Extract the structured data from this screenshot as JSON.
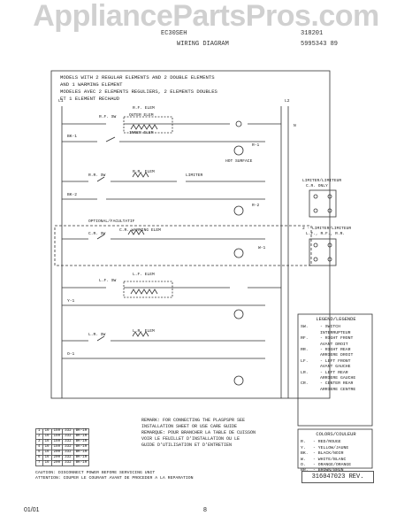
{
  "watermark": "AppliancePartsPros.com",
  "header": {
    "left_code": "EC30SEH",
    "title": "WIRING DIAGRAM",
    "right_top": "318201 ",
    "doc_no": "5995343 89"
  },
  "models_note": [
    "MODELS WITH 2 REGULAR ELEMENTS AND 2 DOUBLE ELEMENTS",
    "AND 1 WARMING ELEMENT",
    "MODELES AVEC 2 ELEMENTS REGULIERS, 2 ELEMENTS DOUBLES",
    "ET 1 ELEMENT RECHAUD"
  ],
  "lines": {
    "l1": "L1",
    "l2": "L2",
    "n": "N"
  },
  "elements": {
    "rf": "R.F. ELEM",
    "rr": "R.R. ELEM",
    "cr": "C.R. WARMING ELEM",
    "lf": "L.F. ELEM",
    "lr": "L.R. ELEM",
    "outer": "OUTER ELEM",
    "inner": "INNER ELEM",
    "rf_sw": "R.F. SW",
    "rr_sw": "R.R. SW",
    "cr_sw": "C.R. SW",
    "lf_sw": "L.F. SW",
    "lr_sw": "L.R. SW",
    "limiter": "LIMITER",
    "hot_surface": "HOT SURFACE",
    "optional": "OPTIONAL/FACULTATIF"
  },
  "wire_colors": [
    "BK-1",
    "BK-2",
    "R-1",
    "R-2",
    "W-1",
    "Y-1",
    "O-1"
  ],
  "limiter_note": {
    "a": "LIMITER/LIMITEUR",
    "b": "C.R. ONLY",
    "c": "2 - LIMITER/LIMITEUR",
    "d": "L.F., R.F., R.R."
  },
  "legend": {
    "title": "LEGEND/LEGENDE",
    "rows": [
      {
        "k": "SW.",
        "v": "- SWITCH"
      },
      {
        "k": "",
        "v": "  INTERRUPTEUR"
      },
      {
        "k": "RF.",
        "v": "- RIGHT FRONT"
      },
      {
        "k": "",
        "v": "  AVANT DROIT"
      },
      {
        "k": "RR.",
        "v": "- RIGHT REAR"
      },
      {
        "k": "",
        "v": "  ARRIERE DROIT"
      },
      {
        "k": "LF.",
        "v": "- LEFT FRONT"
      },
      {
        "k": "",
        "v": "  AVANT GAUCHE"
      },
      {
        "k": "LR.",
        "v": "- LEFT REAR"
      },
      {
        "k": "",
        "v": "  ARRIERE GAUCHE"
      },
      {
        "k": "CR.",
        "v": "- CENTER REAR"
      },
      {
        "k": "",
        "v": "  ARRIERE CENTRE"
      }
    ]
  },
  "colors": {
    "title": "COLORS/COULEUR",
    "rows": [
      {
        "k": "R.",
        "v": "- RED/ROUGE"
      },
      {
        "k": "Y.",
        "v": "- YELLOW/JAUNE"
      },
      {
        "k": "BK.",
        "v": "- BLACK/NOIR"
      },
      {
        "k": "W.",
        "v": "- WHITE/BLANC"
      },
      {
        "k": "O.",
        "v": "- ORANGE/ORANGE"
      },
      {
        "k": "BR.",
        "v": "- BROWN/BRUN"
      }
    ]
  },
  "remark": [
    "REMARK: FOR CONNECTING THE PLASPSPR SEE",
    "INSTALLATION SHEET OR USE CARE GUIDE",
    "REMARQUE: POUR BRANCHER LA TABLE DE CUISSON",
    "VOIR LE FEUILLET D'INSTALLATION OU LE",
    "GUIDE D'UTILISATION ET D'ENTRETIEN"
  ],
  "kit_table": [
    [
      "1",
      "16",
      "150",
      "332",
      "BK-1R"
    ],
    [
      "2",
      "16",
      "150",
      "332",
      "BK-1R"
    ],
    [
      "3",
      "16",
      "150",
      "332",
      "BK-1R"
    ],
    [
      "4",
      "16",
      "150",
      "332",
      "BK-1R"
    ],
    [
      "5",
      "16",
      "200",
      "332",
      "BK-1R"
    ],
    [
      "6",
      "16",
      "200",
      "332",
      "BK-1R"
    ],
    [
      "7",
      "16",
      "200",
      "332",
      "BK-1R"
    ]
  ],
  "caution": [
    "CAUTION:   DISCONNECT POWER BEFORE SERVICING UNIT",
    "ATTENTION: COUPER LE COURANT AVANT DE PROCEDER A LA REPARATION"
  ],
  "part_no": "316047023 REV.",
  "footer": {
    "date": "01/01",
    "page": "8"
  }
}
